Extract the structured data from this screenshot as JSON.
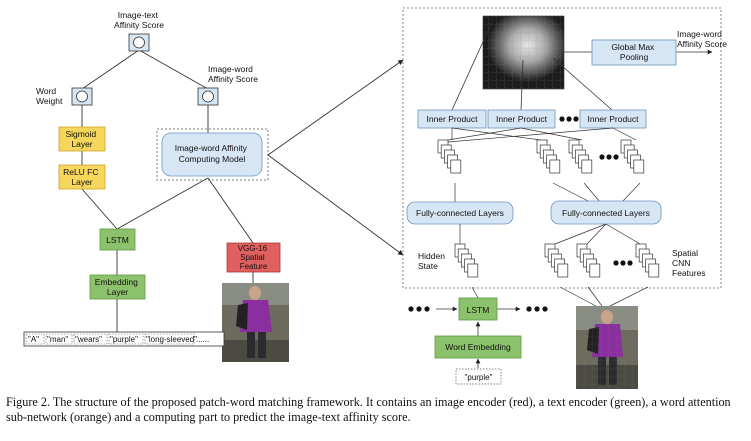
{
  "left_panel": {
    "image_text_score": [
      "Image-text",
      "Affinity Score"
    ],
    "word_weight": [
      "Word",
      "Weight"
    ],
    "image_word_score": [
      "Image-word",
      "Affinity Score"
    ],
    "sigmoid": [
      "Sigmoid",
      "Layer"
    ],
    "relu": [
      "ReLU FC",
      "Layer"
    ],
    "affinity_model": [
      "Image-word Affinity",
      "Computing Model"
    ],
    "lstm": "LSTM",
    "embedding": [
      "Embedding",
      "Layer"
    ],
    "vgg": [
      "VGG-16",
      "Spatial",
      "Feature"
    ],
    "words": [
      "\"A\"",
      "\"man\"",
      "\"wears\"",
      "\"purple\"",
      "\"long-sleeved\""
    ],
    "words_ellipsis": "......"
  },
  "right_panel": {
    "image_word_score": [
      "Image-word",
      "Affinity Score"
    ],
    "global_max_pooling": [
      "Global Max",
      "Pooling"
    ],
    "inner_product_1": "Inner Product",
    "inner_product_2": "Inner Product",
    "inner_product_3": "Inner Product",
    "fc_left": "Fully-connected Layers",
    "fc_right": "Fully-connected Layers",
    "hidden_state": [
      "Hidden",
      "State"
    ],
    "spatial_cnn": [
      "Spatial",
      "CNN",
      "Features"
    ],
    "lstm": "LSTM",
    "word_embedding": "Word Embedding",
    "word": "\"purple\""
  },
  "colors": {
    "blue_box": "#d6e6f5",
    "blue_border": "#6d94bd",
    "yellow_box": "#f7d65c",
    "green_box": "#8cc26b",
    "red_box": "#e06060"
  },
  "caption": "Figure 2. The structure of the proposed patch-word matching framework. It contains an image encoder (red), a text encoder (green), a word attention sub-network (orange) and a computing part to predict the image-text affinity score."
}
